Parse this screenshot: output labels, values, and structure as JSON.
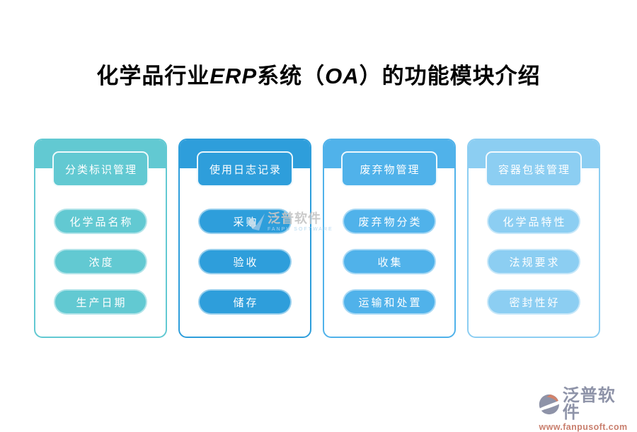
{
  "title": {
    "p1": "化学品行业",
    "p2": "ERP",
    "p3": "系统（",
    "p4": "OA",
    "p5": "）的功能模块介绍"
  },
  "cards": [
    {
      "color": "#62C9D2",
      "header": "分类标识管理",
      "items": [
        "化学品名称",
        "浓度",
        "生产日期"
      ]
    },
    {
      "color": "#2E9EDB",
      "header": "使用日志记录",
      "items": [
        "采购",
        "验收",
        "储存"
      ]
    },
    {
      "color": "#50B2EA",
      "header": "废弃物管理",
      "items": [
        "废弃物分类",
        "收集",
        "运输和处置"
      ]
    },
    {
      "color": "#8CCEF2",
      "header": "容器包装管理",
      "items": [
        "化学品特性",
        "法规要求",
        "密封性好"
      ]
    }
  ],
  "watermark": {
    "brand": "泛普软件",
    "subtext": "FANPU SOFTWARE",
    "logo_color": "#8FC3E6",
    "logo_color_light": "#C9DFEC",
    "text_color": "#C6C6C6",
    "subtext_color": "#AFD6EF"
  },
  "footer": {
    "brand": "泛普软件",
    "url": "www.fanpusoft.com",
    "brand_color": "#8E93A8",
    "url_color": "#C97F6E",
    "logo_base_color": "#8E93A8",
    "logo_accent_color": "#D2826A"
  }
}
